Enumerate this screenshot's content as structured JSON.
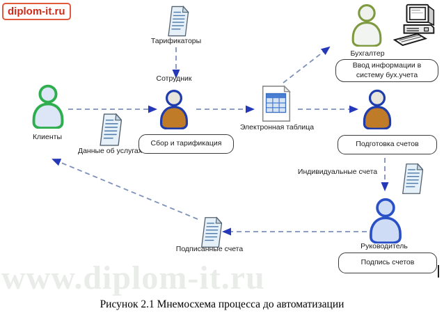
{
  "logo": {
    "text": "diplom-it.ru"
  },
  "watermark": "www.diplom-it.ru",
  "caption": "Рисунок 2.1 Мнемосхема процесса до автоматизации",
  "labels": {
    "tariffs": "Тарификаторы",
    "employee": "Сотрудник",
    "accountant": "Бухгалтер",
    "clients": "Клиенты",
    "services_data": "Данные об услугах",
    "spreadsheet": "Электронная таблица",
    "individual_invoices": "Индивидуальные счета",
    "manager": "Руководитель",
    "signed_invoices": "Подписанные счета"
  },
  "actions": {
    "accounting_entry": "Ввод информации в систему бух.учета",
    "collect_tariff": "Сбор и тарификация",
    "prepare_invoices": "Подготовка счетов",
    "sign_invoices": "Подпись счетов"
  },
  "colors": {
    "arrow_line": "#7d90ba",
    "arrow_head": "#2438b8",
    "clients_outline": "#2eae4e",
    "employee_outline": "#1e3cac",
    "employee_fill": "#bf7b28",
    "manager_outline": "#2a50c8",
    "manager_fill": "#cfdcf6",
    "accountant_outline": "#7e9a3e",
    "logo_red": "#cf2a18"
  }
}
